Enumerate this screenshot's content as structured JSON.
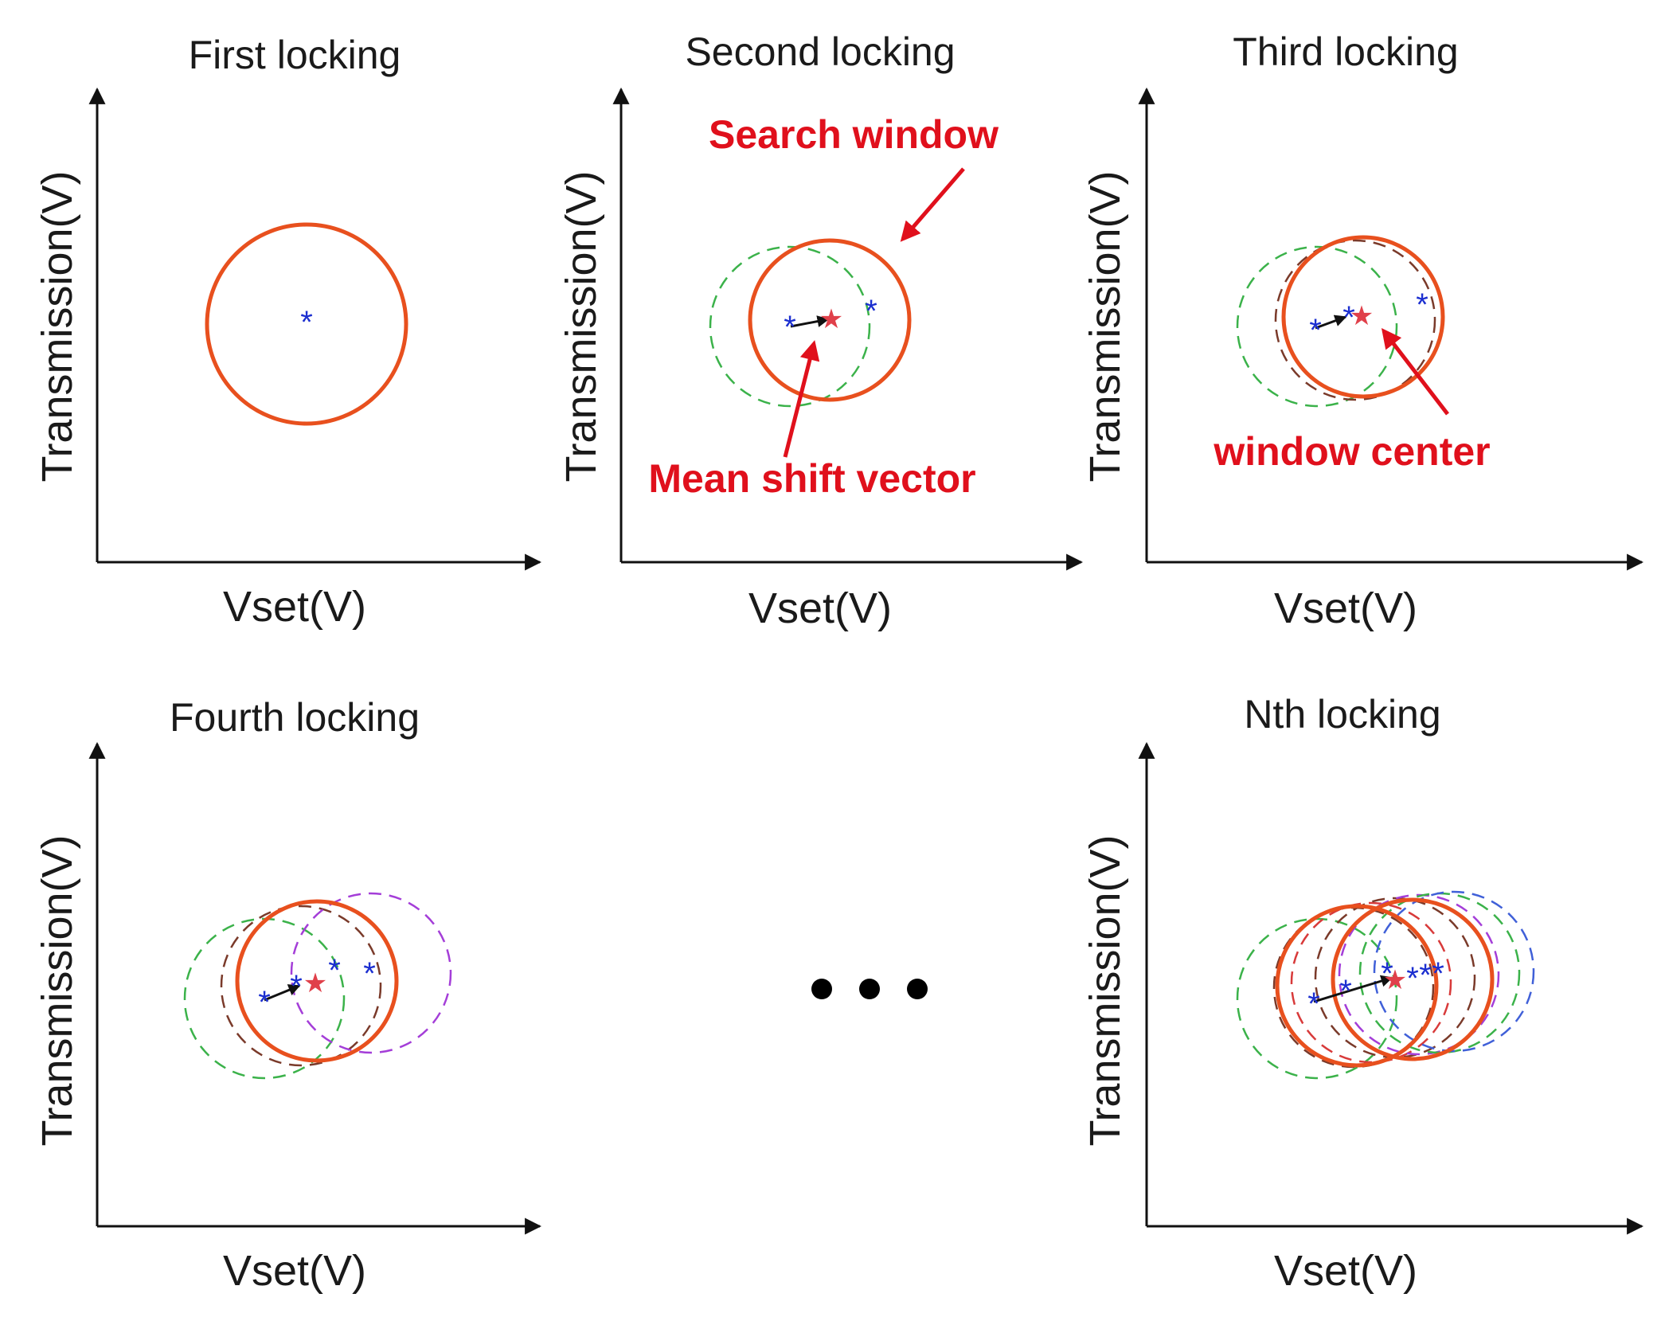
{
  "colors": {
    "axis": "#111111",
    "search_window": "#e8501e",
    "annotation": "#e0101c",
    "point": "#1c2fd0",
    "center_star": "#e0404a",
    "shift_vector": "#111111",
    "prev_window_green": "#3bb24a",
    "prev_window_dark": "#7a3a2a",
    "prev_window_purple": "#a43ed8",
    "prev_window_blue": "#4060d8",
    "prev_window_red": "#d83a3a"
  },
  "panels": [
    {
      "id": "first",
      "title": "First locking",
      "xlabel": "Vset(V)",
      "ylabel": "Transmission(V)"
    },
    {
      "id": "second",
      "title": "Second locking",
      "xlabel": "Vset(V)",
      "ylabel": "Transmission(V)"
    },
    {
      "id": "third",
      "title": "Third locking",
      "xlabel": "Vset(V)",
      "ylabel": "Transmission(V)"
    },
    {
      "id": "fourth",
      "title": "Fourth locking",
      "xlabel": "Vset(V)",
      "ylabel": "Transmission(V)"
    },
    {
      "id": "nth",
      "title": "Nth locking",
      "xlabel": "Vset(V)",
      "ylabel": "Transmission(V)"
    }
  ],
  "annotations": {
    "search_window": "Search window",
    "mean_shift_vector": "Mean shift vector",
    "window_center": "window center"
  },
  "ellipsis_icon": "ellipsis-icon"
}
